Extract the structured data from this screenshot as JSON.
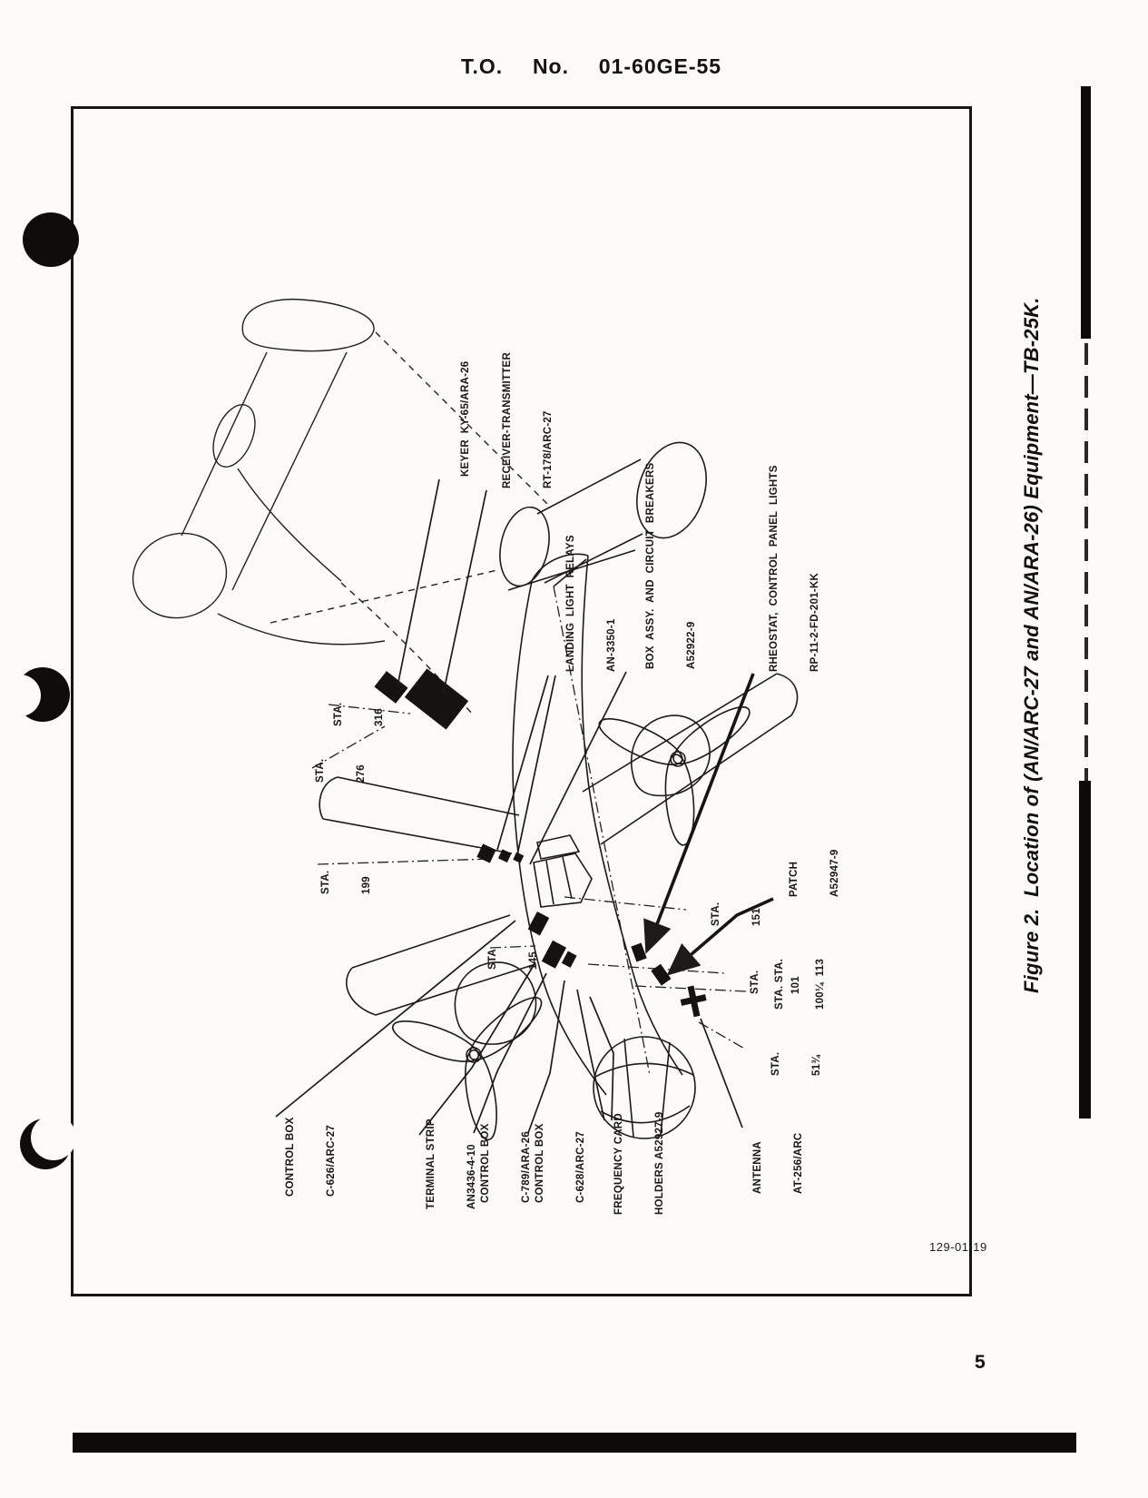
{
  "page": {
    "header": "T.O.  No.  01-60GE-55",
    "caption": "Figure 2.  Location of (AN/ARC-27 and AN/ARA-26) Equipment—TB-25K.",
    "print_code": "129-01-19",
    "page_number": "5"
  },
  "diagram": {
    "labels": {
      "keyer": {
        "l1": "KEYER  KY-65/ARA-26"
      },
      "receiver": {
        "l1": "RECEIVER-TRANSMITTER",
        "l2": "RT-178/ARC-27"
      },
      "landing": {
        "l1": "LANDING  LIGHT  RELAYS",
        "l2": "AN-3350-1"
      },
      "box_assy": {
        "l1": "BOX  ASSY.  AND  CIRCUIT  BREAKERS",
        "l2": "A52922-9"
      },
      "rheostat": {
        "l1": "RHEOSTAT,  CONTROL  PANEL  LIGHTS",
        "l2": "RP-11-2-FD-201-KK"
      },
      "sta_316": {
        "l1": "STA.",
        "l2": "316"
      },
      "sta_276": {
        "l1": "STA.",
        "l2": "276"
      },
      "sta_199": {
        "l1": "STA.",
        "l2": "199"
      },
      "sta_145": {
        "l1": "STA",
        "l2": "145"
      },
      "sta_151": {
        "l1": "STA.",
        "l2": "151"
      },
      "sta_101": {
        "l1": "STA.",
        "l2": "101"
      },
      "sta_100_113": {
        "l1": "STA. STA.",
        "l2": "100¼  113"
      },
      "sta_51": {
        "l1": "STA.",
        "l2": "51¾"
      },
      "patch": {
        "l1": "PATCH",
        "l2": "A52947-9"
      },
      "control_box_626": {
        "l1": "CONTROL BOX",
        "l2": "C-626/ARC-27"
      },
      "terminal_strip": {
        "l1": "TERMINAL STRIP",
        "l2": "AN3436-4-10"
      },
      "control_box_789": {
        "l1": "CONTROL BOX",
        "l2": "C-789/ARA-26"
      },
      "control_box_628": {
        "l1": "CONTROL BOX",
        "l2": "C-628/ARC-27"
      },
      "frequency_card": {
        "l1": "FREQUENCY CARD",
        "l2": "HOLDERS A52927-9"
      },
      "antenna": {
        "l1": "ANTENNA",
        "l2": "AT-256/ARC"
      }
    },
    "colors": {
      "ink": "#1c1b17",
      "paper": "#fbfaf6"
    }
  }
}
